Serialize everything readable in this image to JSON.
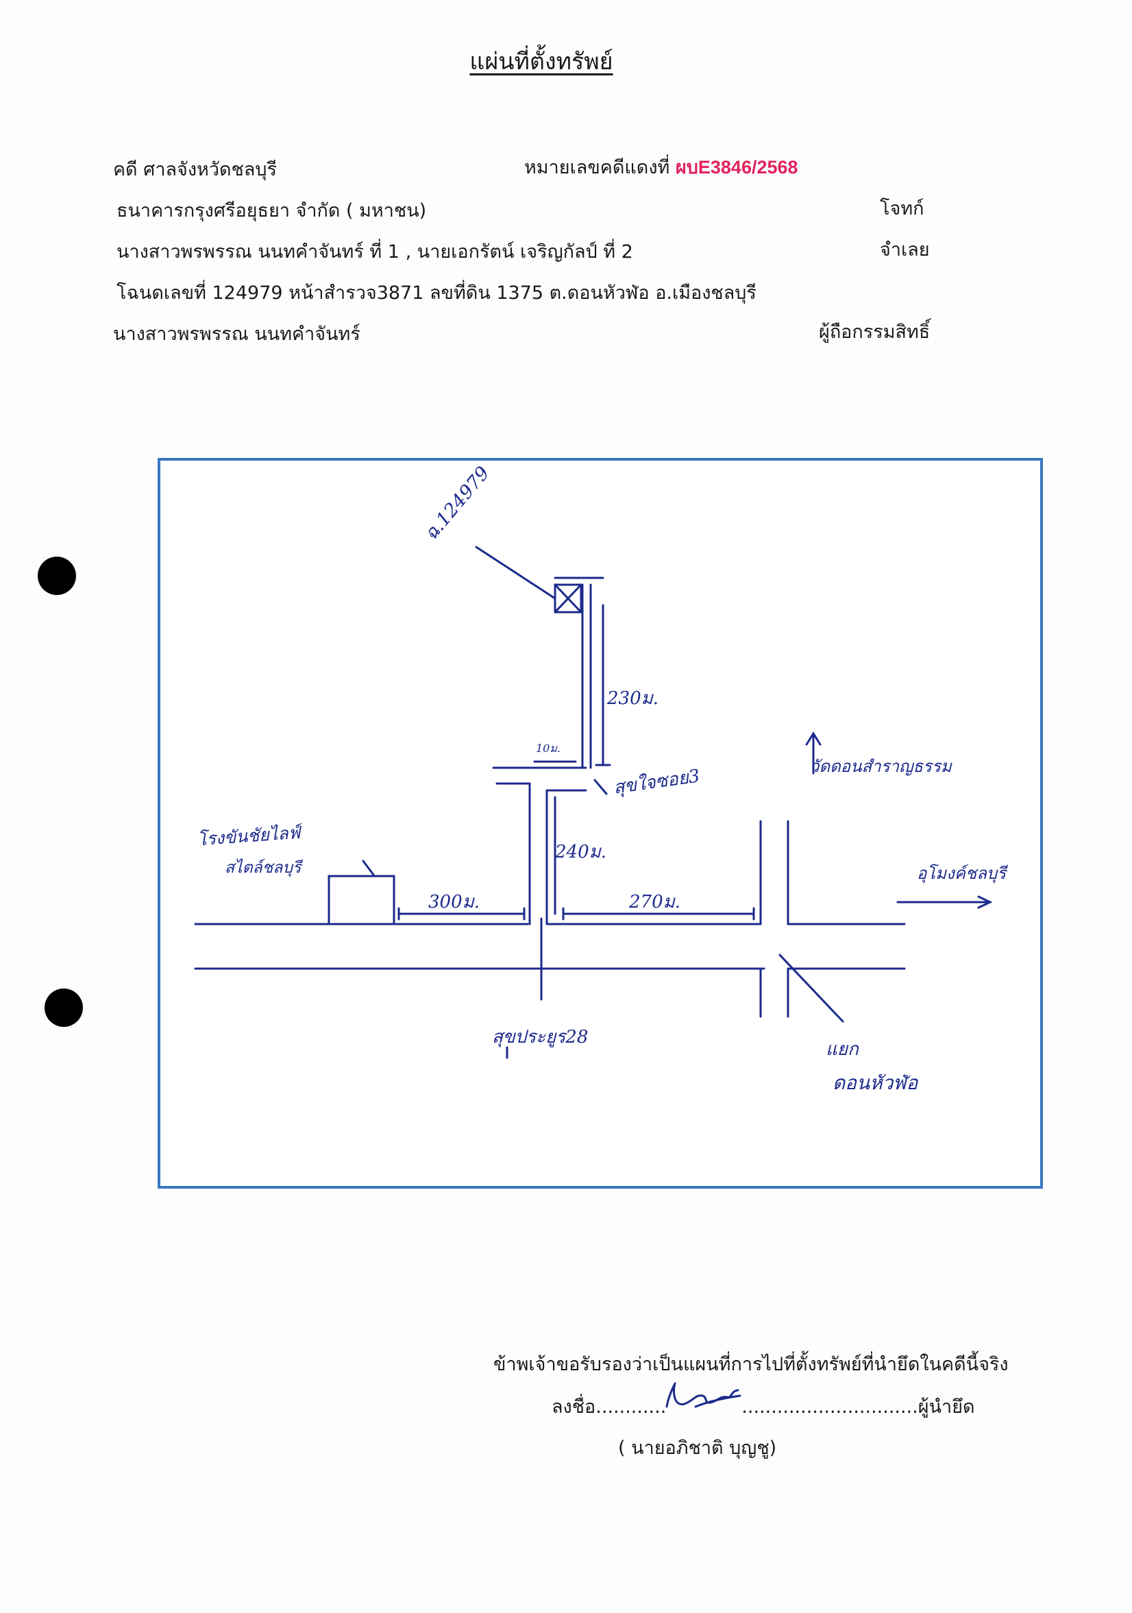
{
  "document": {
    "title": "แผ่นที่ตั้งทรัพย์",
    "court": "คดี ศาลจังหวัดชลบุรี",
    "case_label": "หมายเลขคดีแดงที่",
    "case_number": "ผบE3846/2568",
    "plaintiff_name": "ธนาคารกรุงศรีอยุธยา จำกัด ( มหาชน)",
    "plaintiff_role": "โจทก์",
    "defendants": "นางสาวพรพรรณ นนทคำจันทร์ ที่ 1 , นายเอกรัตน์ เจริญกัลป์ ที่ 2",
    "defendant_role": "จำเลย",
    "deed_line": "โฉนดเลขที่ 124979  หน้าสำรวจ3871  ลขที่ดิน 1375 ต.ดอนหัวฬ่อ อ.เมืองชลบุรี",
    "owner_name": "นางสาวพรพรรณ นนทคำจันทร์",
    "owner_role": "ผู้ถือกรรมสิทธิ์"
  },
  "map": {
    "deed_label": "ฉ.124979",
    "dist_230": "230ม.",
    "dist_10": "10ม.",
    "dist_240": "240ม.",
    "dist_300": "300ม.",
    "dist_270": "270ม.",
    "soi_3": "สุขใจซอย3",
    "to_temple": "วัดดอนสำราญธรรม",
    "hotel_line1": "โรงขันชัยไลฟ์",
    "hotel_line2": "สไตล์ชลบุรี",
    "to_chonburi": "อุโมงค์ชลบุรี",
    "soi_28": "สุขประยูร28",
    "junction_line1": "แยก",
    "junction_line2": "ดอนหัวฬ่อ",
    "colors": {
      "border": "#3a76c2",
      "ink": "#1c2a8c",
      "red": "#e0245e"
    }
  },
  "certification": {
    "statement": "ข้าพเจ้าขอรับรองว่าเป็นแผนที่การไปที่ตั้งทรัพย์ที่นำยึดในคดีนี้จริง",
    "sign_prefix": "ลงชื่อ",
    "sign_dots_left": "............",
    "sign_dots_right": "..............................",
    "sign_role": "ผู้นำยึด",
    "signer": "( นายอภิชาติ  บุญชู)"
  }
}
